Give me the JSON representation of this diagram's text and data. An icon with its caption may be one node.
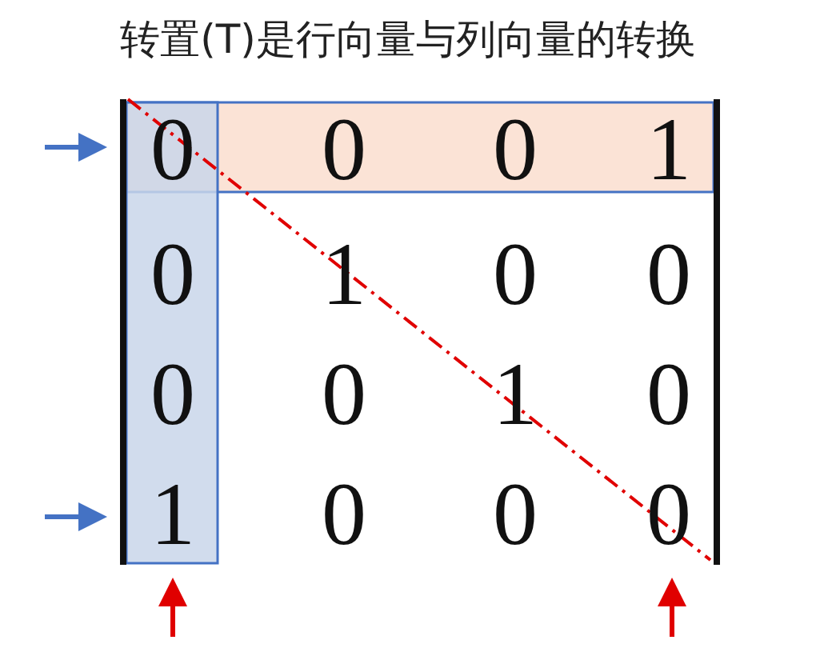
{
  "diagram": {
    "title": "转置(T)是行向量与列向量的转换",
    "labels": [
      "0",
      "0",
      "0",
      "1",
      "0",
      "1",
      "0",
      "0",
      "0",
      "0",
      "1",
      "0",
      "1",
      "0",
      "0",
      "0"
    ]
  }
}
